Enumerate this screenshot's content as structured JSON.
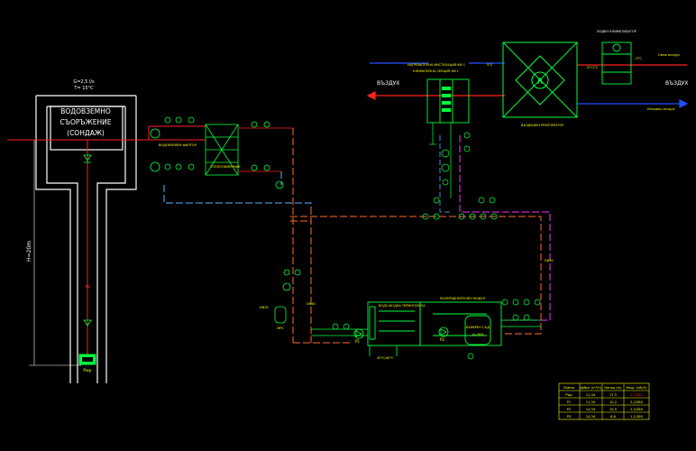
{
  "colors": {
    "background": "#000000",
    "well": "#ffffff",
    "supply": "#ff2020",
    "return": "#2050ff",
    "equipment": "#00ff40",
    "dashed_hot": "#ff6a2a",
    "dashed_cold": "#5ab4ff",
    "magenta": "#ff30ff",
    "text_yellow": "#ffff00",
    "table_red": "#ff2020"
  },
  "well": {
    "title_lines": [
      "ВОДОВЗЕМНО",
      "СЪОРЪЖЕНИЕ",
      "(СОНДАЖ)"
    ],
    "flow": "G=2,5 l/s",
    "temp": "T= 15°C",
    "depth": "H=20m",
    "pump": "Pwp"
  },
  "ventilation": {
    "outlet_left": "ВЪЗДУХ",
    "outlet_right": "ВЪЗДУХ",
    "unit_label_1": "НАГРЕВАТЕЛНА ИНСТАЛАЦИЯ КИ 1",
    "unit_label_2": "КЛИМАТИЧНА СЕКЦИЯ КИ 1",
    "recuperator_label_1": "ВЪЗДУШЕН РЕКУПЕРАТОР",
    "recuperator_symbol": "R",
    "right_unit_label": "ВОДЕН КЛИМАТИЗАТОР",
    "right_air_top": "Свеж въздух",
    "right_air_bottom": "Изходящ въздух",
    "tag_top_left": "5°C",
    "tag_mid_left": "-5°C/°C",
    "tag_right_top": "- 5°C"
  },
  "pumps_table": {
    "headers": [
      "Помпа",
      "Дебит (m³/h)",
      "Напор (m)",
      "Мощ. (kW/V)"
    ],
    "rows": [
      [
        "Pwp",
        "11,34",
        "17,5",
        "2,2/380"
      ],
      [
        "P1",
        "11,34",
        "10,2",
        "2,2/380"
      ],
      [
        "P2",
        "14,34",
        "10,5",
        "2,2/380"
      ],
      [
        "P3",
        "14,34",
        "6,6",
        "1,1/380"
      ]
    ]
  },
  "equipment_labels": {
    "heat_exchanger": "ТОПЛООБМЕННИК",
    "filter": "ВОДОВЗЕМЕН ФИЛТЪР",
    "heat_pump": "ВОДО-ВОДНА ТЕРМОПОМПА",
    "buffer": "БУФЕРЕН СЪД",
    "buffer_volume": "V=300l",
    "distributor": "РАЗПРЕДЕЛИТЕЛЕН МОДУЛ",
    "expansion": "МРС",
    "pump_p1": "P1",
    "pump_p2": "P2",
    "dn_label": "DN32",
    "dn_label_2": "DN40",
    "dn_label_3": "DN50",
    "temp_label": "45°C/40°C"
  }
}
